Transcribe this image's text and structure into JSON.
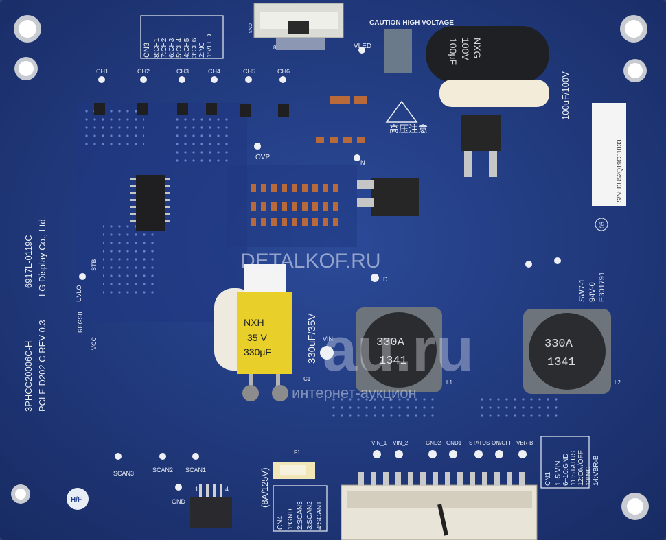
{
  "colors": {
    "pcb": "#24408a",
    "pcb_dark": "#1b3272",
    "trace": "#2f4d9c",
    "pad": "#b8bcc2",
    "silk": "#e9eef5",
    "smd": "#b86a3a",
    "inductor": "#2a2c30",
    "cap_yellow": "#e8cf2a"
  },
  "labels": {
    "cn3_title": "CN3",
    "cn3_pins": [
      "8:CH1",
      "7:CH2",
      "6:CH3",
      "5:CH4",
      "4:CH5",
      "3:CH6",
      "2:NC",
      "1:VLED"
    ],
    "caution": "CAUTION HIGH VOLTAGE",
    "warning_cn": "高压注意",
    "vled": "VLED",
    "cap_rating": "100uF/100V",
    "cap_brand": "NXG",
    "cap_val1": "100V",
    "cap_val2": "100μF",
    "channels": [
      "CH1",
      "CH2",
      "CH3",
      "CH4",
      "CH5",
      "CH6"
    ],
    "ovp": "OVP",
    "n_label": "N",
    "d_label": "D",
    "stb": "STB",
    "uvlo": "UVLO",
    "regs8": "REGS8",
    "vcc": "VCC",
    "part_number": "6917L-0119C",
    "part_code": "3PHCC20006C-H",
    "pcb_rev": "PCLF-D202 C REV 0.3",
    "maker": "LG Display Co., Ltd.",
    "serial": "S/N: DU52Q19C01033",
    "e_number": "E301791",
    "sw_code": "SW7-1",
    "ul_code": "94V-0",
    "badge_05": "05",
    "inductor_code": "330A",
    "inductor_date": "1341",
    "ycap_rating": "330uF/35V",
    "ycap_v": "35 V",
    "ycap_uf": "330μF",
    "ycap_brand": "NXH",
    "vin": "VIN",
    "c1": "C1",
    "l1": "L1",
    "l2": "L2",
    "fuse_rating": "(8A/125V)",
    "f1": "F1",
    "cn4_title": "CN4",
    "cn4_pins": [
      "1:GND",
      "2:SCAN3",
      "3:SCAN2",
      "4:SCAN1"
    ],
    "cn1_title": "CN1",
    "cn1_pins": [
      "1~5:VIN",
      "6~10:GND",
      "11:STATUS",
      "12:ON/OFF",
      "13:NC",
      "14:VBR-B"
    ],
    "tp_labels": [
      "VIN_1",
      "VIN_2",
      "GND2",
      "GND1",
      "STATUS",
      "ON/OFF",
      "VBR-B"
    ],
    "scan_labels": [
      "SCAN3",
      "SCAN2",
      "SCAN1"
    ],
    "gnd": "GND",
    "hf": "H/F",
    "cn4_pin1": "1",
    "cn4_pin4": "4",
    "cn3_below": "8",
    "cn3_side": "CN3"
  },
  "watermark": {
    "site": "DETALKOF.RU",
    "brand": "au.ru",
    "tagline": "интернет-аукцион"
  }
}
